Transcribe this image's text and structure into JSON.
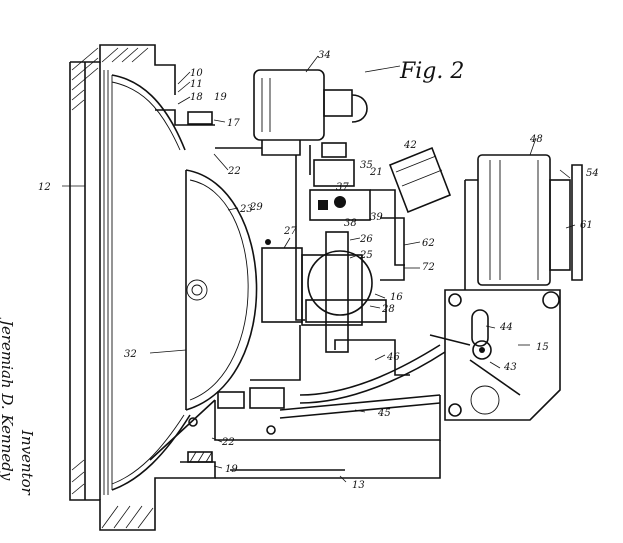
{
  "figure": {
    "title": "Fig. 2"
  },
  "labels": {
    "l10": "10",
    "l11": "11",
    "l12": "12",
    "l13": "13",
    "l15": "15",
    "l16": "16",
    "l17": "17",
    "l18": "18",
    "l19a": "19",
    "l19b": "19",
    "l21": "21",
    "l22a": "22",
    "l22b": "22",
    "l23": "23",
    "l25": "25",
    "l26": "26",
    "l27": "27",
    "l28": "28",
    "l29": "29",
    "l32": "32",
    "l34": "34",
    "l35": "35",
    "l37": "37",
    "l38": "38",
    "l39": "39",
    "l42": "42",
    "l43": "43",
    "l44": "44",
    "l45": "45",
    "l46": "46",
    "l48": "48",
    "l54": "54",
    "l61": "61",
    "l62": "62",
    "l72": "72"
  },
  "inventor": {
    "heading": "Inventor",
    "name": "Jeremiah D. Kennedy"
  }
}
